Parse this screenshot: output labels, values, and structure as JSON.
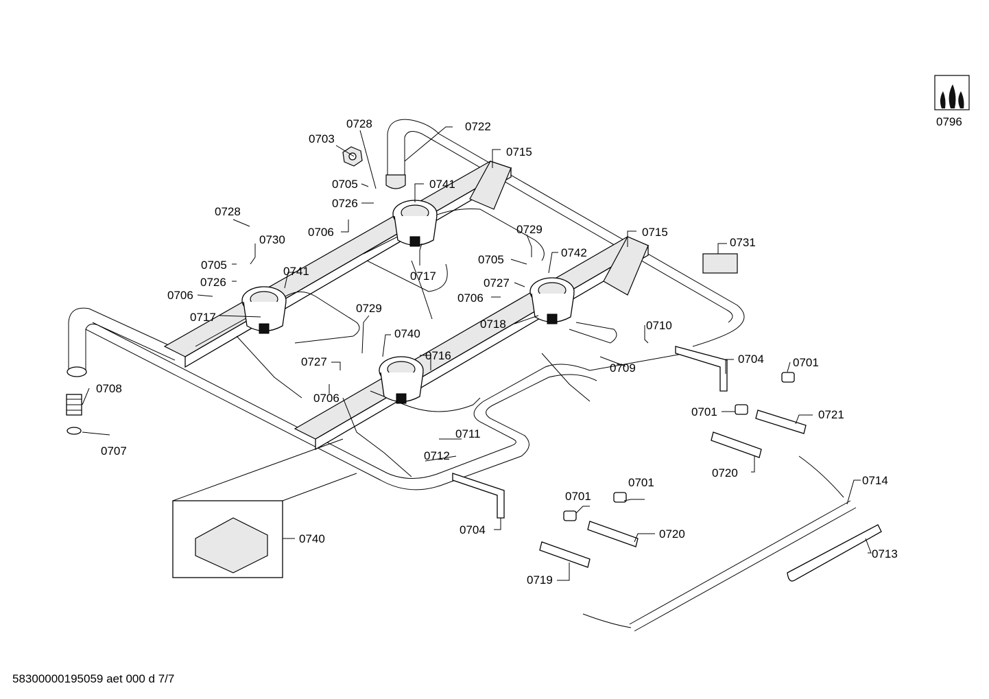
{
  "callouts": [
    "0728",
    "0703",
    "0722",
    "0715",
    "0705",
    "0741",
    "0726",
    "0706",
    "0728",
    "0730",
    "0705",
    "0741",
    "0726",
    "0706",
    "0717",
    "0717",
    "0729",
    "0715",
    "0731",
    "0705",
    "0742",
    "0727",
    "0706",
    "0718",
    "0710",
    "0729",
    "0740",
    "0727",
    "0716",
    "0706",
    "0704",
    "0701",
    "0708",
    "0709",
    "0707",
    "0701",
    "0721",
    "0711",
    "0712",
    "0720",
    "0714",
    "0701",
    "0701",
    "0704",
    "0720",
    "0740",
    "0713",
    "0719",
    "0796"
  ],
  "footer": "58300000195059 aet 000 d 7/7",
  "symbol_icon": "gas-flames-icon"
}
